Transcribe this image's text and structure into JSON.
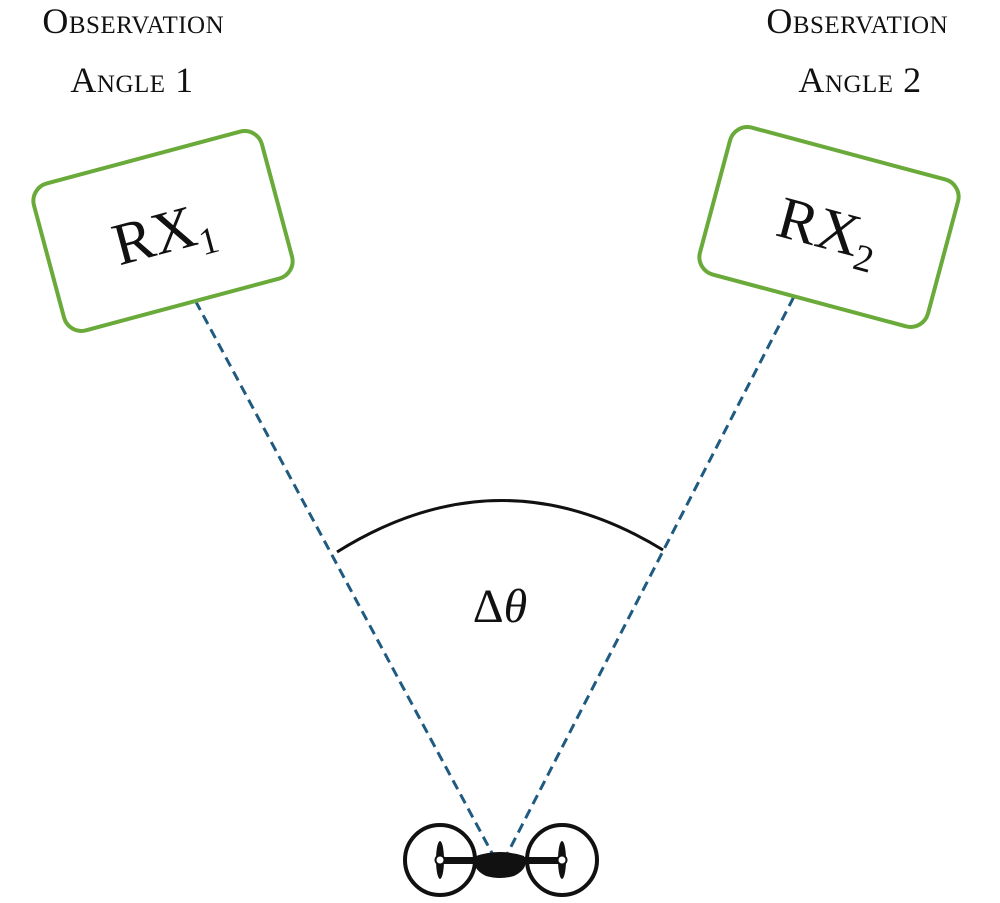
{
  "labels": {
    "observation_1": {
      "line1": "Observation",
      "line2": "Angle 1"
    },
    "observation_2": {
      "line1": "Observation",
      "line2": "Angle 2"
    }
  },
  "receivers": [
    {
      "main": "RX",
      "sub": "1"
    },
    {
      "main": "RX",
      "sub": "2"
    }
  ],
  "angle": {
    "delta": "Δ",
    "theta": "θ"
  },
  "colors": {
    "receiver_border": "#6aaa3a",
    "line_of_sight": "#1f5a80",
    "arc": "#111111",
    "drone": "#111111"
  },
  "icons": {
    "drone": "drone-icon"
  }
}
